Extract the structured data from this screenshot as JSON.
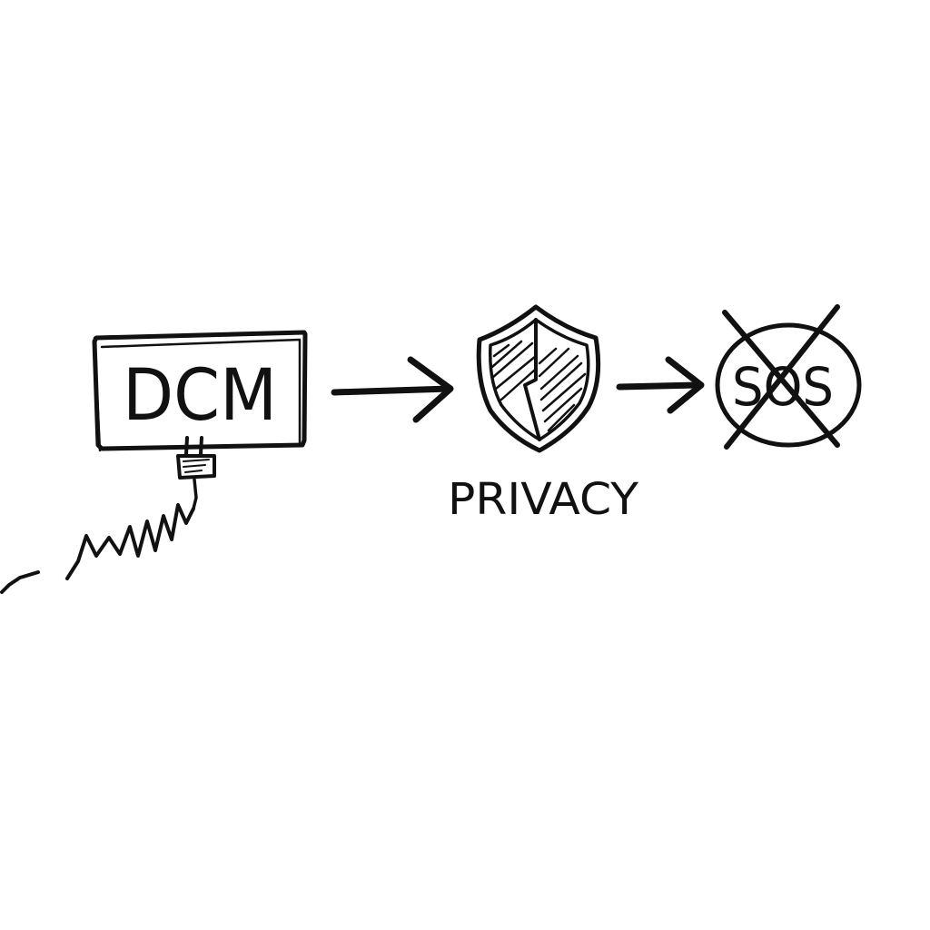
{
  "diagram": {
    "device": {
      "label": "DCM"
    },
    "shield": {
      "label": "PRIVACY"
    },
    "sos": {
      "label": "SOS",
      "crossed_out": true
    }
  },
  "colors": {
    "ink": "#111111",
    "background": "#ffffff"
  },
  "icons": [
    "power-plug-icon",
    "shield-icon",
    "right-arrow-icon",
    "cross-icon"
  ]
}
